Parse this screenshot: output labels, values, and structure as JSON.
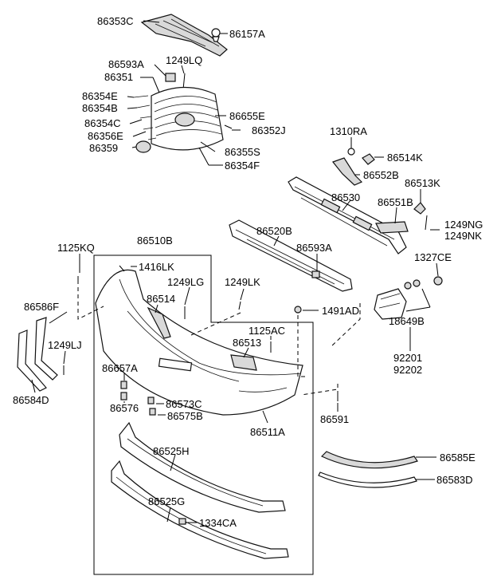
{
  "labels": {
    "p86353C": "86353C",
    "p86157A": "86157A",
    "p86593A_top": "86593A",
    "p1249LQ": "1249LQ",
    "p86351": "86351",
    "p86354E": "86354E",
    "p86354B": "86354B",
    "p86354C": "86354C",
    "p86356E": "86356E",
    "p86359": "86359",
    "p86655E": "86655E",
    "p86352J": "86352J",
    "p86355S": "86355S",
    "p86354F": "86354F",
    "p1310RA": "1310RA",
    "p86514K": "86514K",
    "p86552B": "86552B",
    "p86513K": "86513K",
    "p86530": "86530",
    "p86551B": "86551B",
    "p1249NG": "1249NG",
    "p1249NK": "1249NK",
    "p86520B": "86520B",
    "p86593A_mid": "86593A",
    "p1327CE": "1327CE",
    "p1125KQ": "1125KQ",
    "p86510B": "86510B",
    "p1416LK": "1416LK",
    "p1249LG": "1249LG",
    "p1249LK": "1249LK",
    "p1491AD": "1491AD",
    "p86586F": "86586F",
    "p86514": "86514",
    "p1125AC": "1125AC",
    "p86513": "86513",
    "p18649B": "18649B",
    "p92201": "92201",
    "p92202": "92202",
    "p1249LJ": "1249LJ",
    "p86657A": "86657A",
    "p86584D": "86584D",
    "p86576": "86576",
    "p86573C": "86573C",
    "p86575B": "86575B",
    "p86511A": "86511A",
    "p86591": "86591",
    "p86525H": "86525H",
    "p86585E": "86585E",
    "p86583D": "86583D",
    "p86525G": "86525G",
    "p1334CA": "1334CA"
  }
}
